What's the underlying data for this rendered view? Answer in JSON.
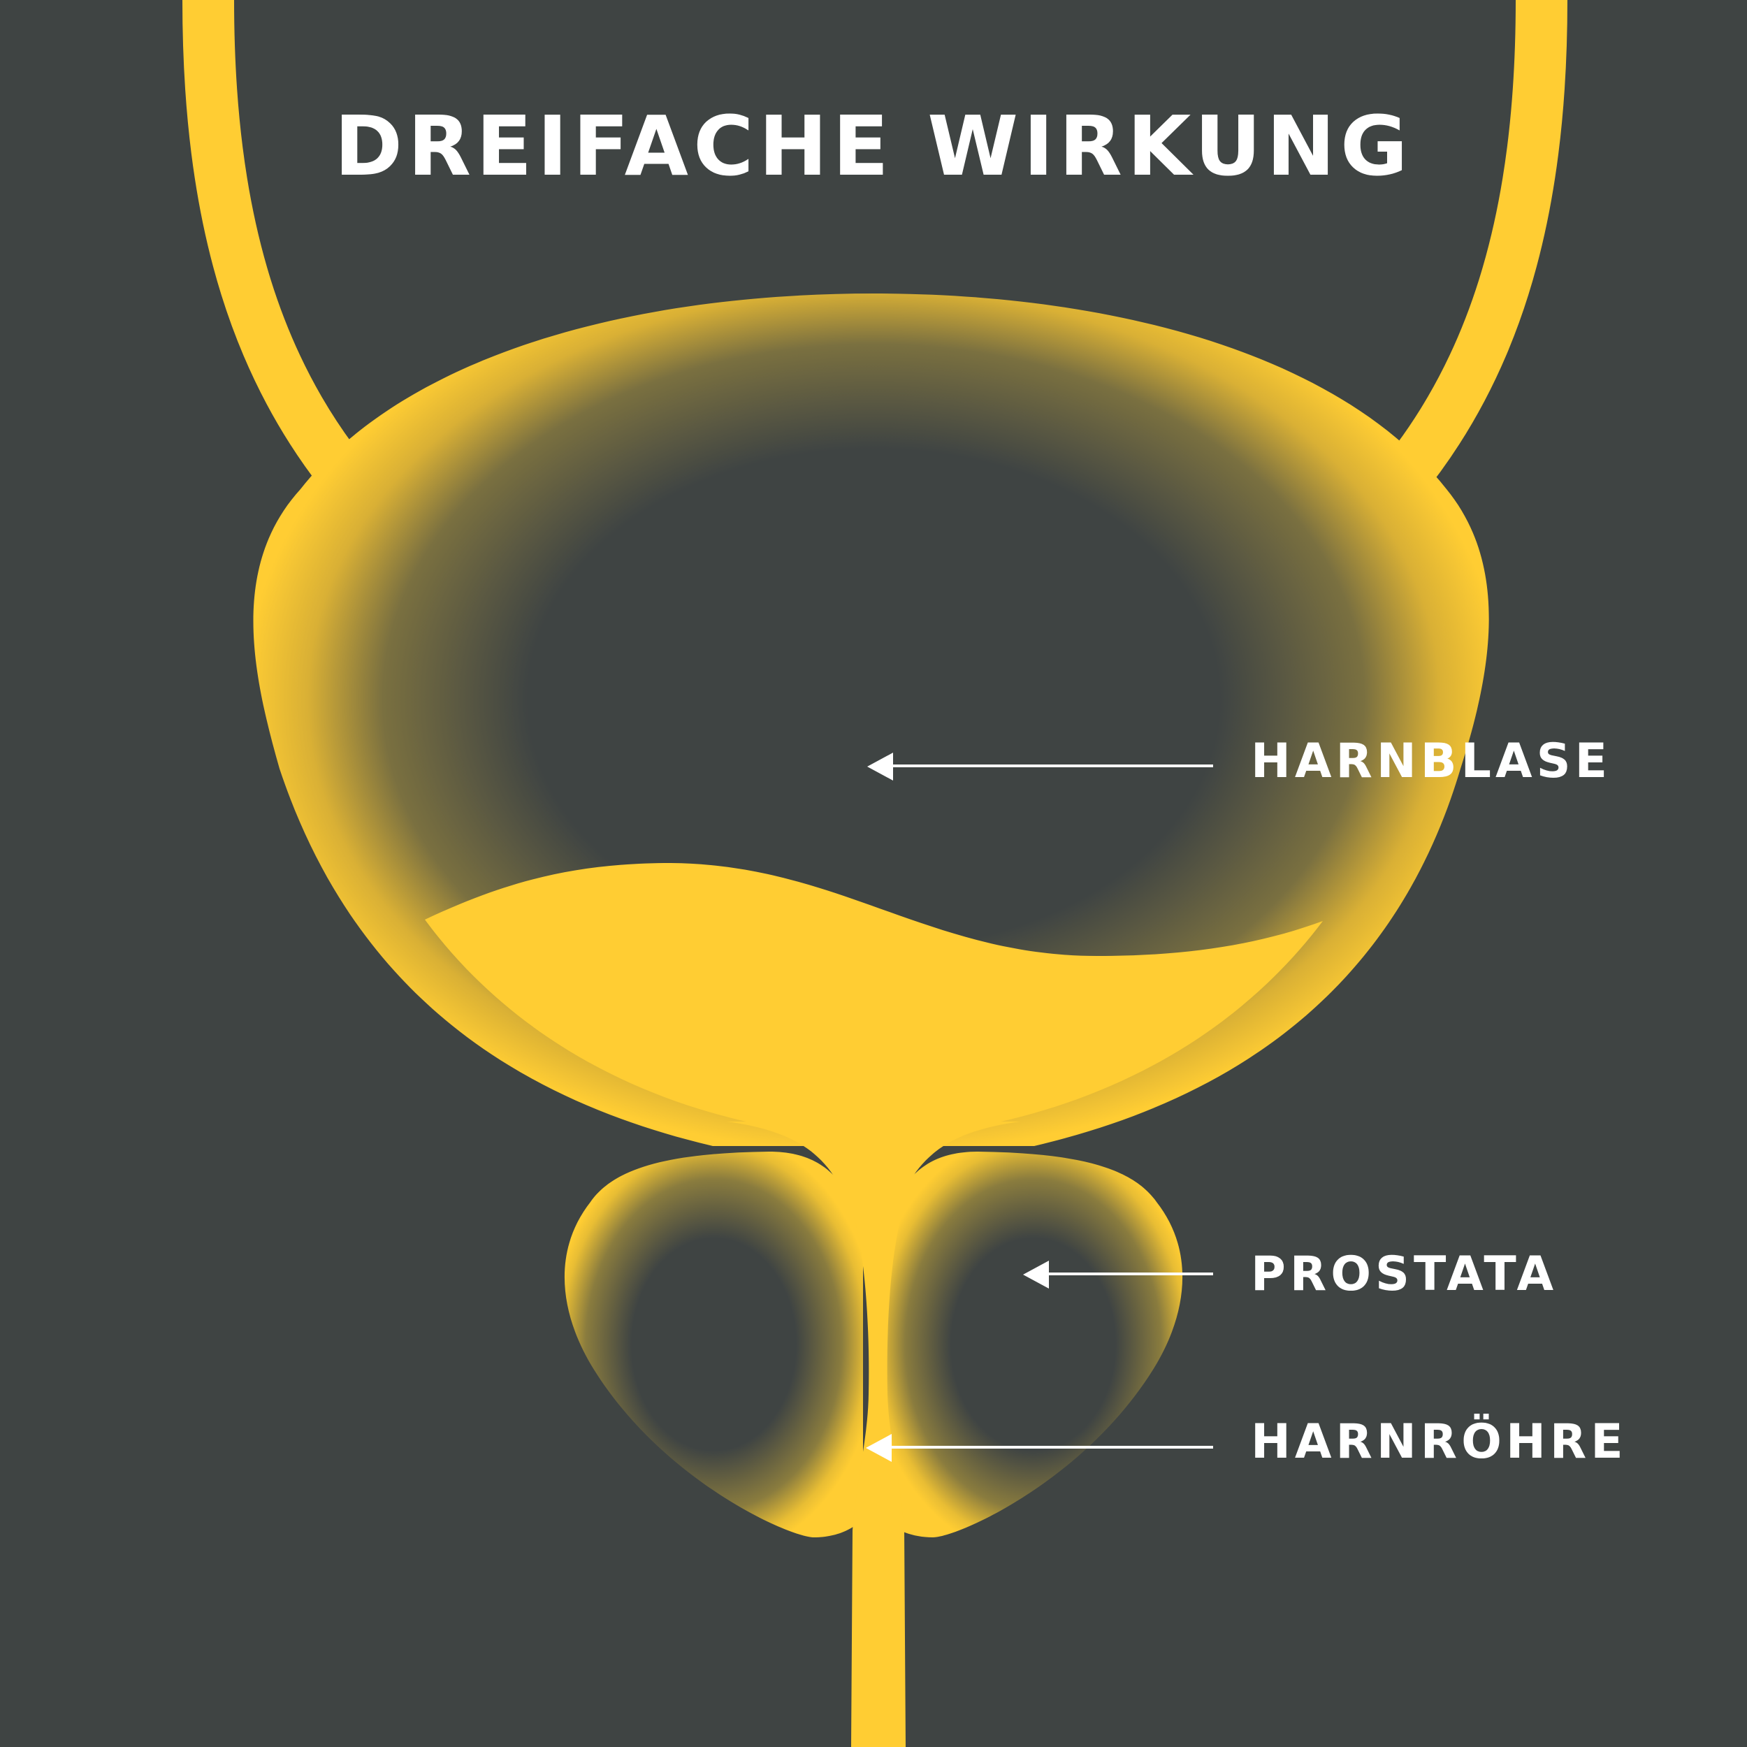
{
  "title": "DREIFACHE WIRKUNG",
  "labels": {
    "bladder": "HARNBLASE",
    "prostate": "PROSTATA",
    "urethra": "HARNRÖHRE"
  },
  "colors": {
    "background": "#3f4443",
    "organ": "#ffcd33",
    "text": "#ffffff"
  }
}
